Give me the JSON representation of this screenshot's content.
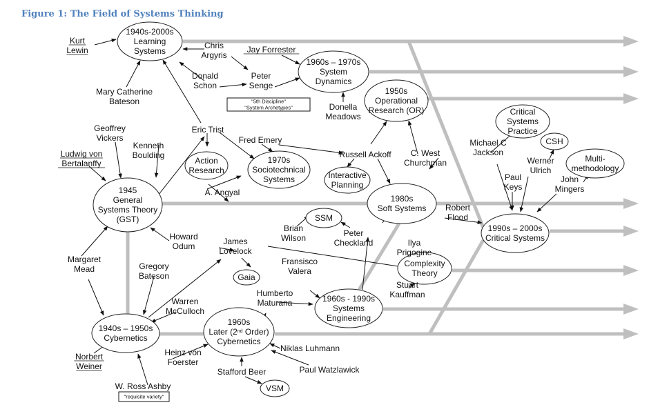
{
  "figure": {
    "title": "Figure 1: The Field of Systems Thinking",
    "title_color": "#4f81bd",
    "trunk_color": "#bfbfbf"
  },
  "nodes": [
    {
      "id": "learning",
      "lines": [
        "1940s-2000s",
        "Learning",
        "Systems"
      ]
    },
    {
      "id": "sysdyn",
      "lines": [
        "1960s – 1970s",
        "System",
        "Dynamics"
      ]
    },
    {
      "id": "or",
      "lines": [
        "1950s",
        "Operational",
        "Research (OR)"
      ]
    },
    {
      "id": "csp",
      "lines": [
        "Critical",
        "Systems",
        "Practice"
      ]
    },
    {
      "id": "csh",
      "lines": [
        "CSH"
      ]
    },
    {
      "id": "multi",
      "lines": [
        "Multi-",
        "methodology"
      ]
    },
    {
      "id": "action",
      "lines": [
        "Action",
        "Research"
      ]
    },
    {
      "id": "socio",
      "lines": [
        "1970s",
        "Sociotechnical",
        "Systems"
      ]
    },
    {
      "id": "interactive",
      "lines": [
        "Interactive",
        "Planning"
      ]
    },
    {
      "id": "gst",
      "lines": [
        "1945",
        "General",
        "Systems Theory",
        "(GST)"
      ]
    },
    {
      "id": "soft",
      "lines": [
        "1980s",
        "Soft Systems"
      ]
    },
    {
      "id": "critical",
      "lines": [
        "1990s – 2000s",
        "Critical Systems"
      ]
    },
    {
      "id": "ssm",
      "lines": [
        "SSM"
      ]
    },
    {
      "id": "gaia",
      "lines": [
        "Gaia"
      ]
    },
    {
      "id": "complexity",
      "lines": [
        "Complexity",
        "Theory"
      ]
    },
    {
      "id": "syseng",
      "lines": [
        "1960s - 1990s",
        "Systems",
        "Engineering"
      ]
    },
    {
      "id": "cyber",
      "lines": [
        "1940s – 1950s",
        "Cybernetics"
      ]
    },
    {
      "id": "later",
      "lines": [
        "1960s",
        "Later (2nd Order)",
        "Cybernetics"
      ]
    },
    {
      "id": "vsm",
      "lines": [
        "VSM"
      ]
    }
  ],
  "people": [
    {
      "id": "lewin",
      "lines": [
        "Kurt",
        "Lewin"
      ],
      "underlined": true
    },
    {
      "id": "argyris",
      "lines": [
        "Chris",
        "Argyris"
      ]
    },
    {
      "id": "forrester",
      "lines": [
        "Jay Forrester"
      ],
      "underlined": true
    },
    {
      "id": "schon",
      "lines": [
        "Donald",
        "Schon"
      ]
    },
    {
      "id": "senge",
      "lines": [
        "Peter",
        "Senge"
      ]
    },
    {
      "id": "mcbateson",
      "lines": [
        "Mary Catherine",
        "Bateson"
      ]
    },
    {
      "id": "meadows",
      "lines": [
        "Donella",
        "Meadows"
      ]
    },
    {
      "id": "trist",
      "lines": [
        "Eric Trist"
      ]
    },
    {
      "id": "vickers",
      "lines": [
        "Geoffrey",
        "Vickers"
      ]
    },
    {
      "id": "boulding",
      "lines": [
        "Kenneth",
        "Boulding"
      ]
    },
    {
      "id": "bertalanffy",
      "lines": [
        "Ludwig von",
        "Bertalanffy"
      ],
      "underlined": true
    },
    {
      "id": "emery",
      "lines": [
        "Fred Emery"
      ]
    },
    {
      "id": "ackoff",
      "lines": [
        "Russell Ackoff"
      ]
    },
    {
      "id": "churchman",
      "lines": [
        "C. West",
        "Churchman"
      ]
    },
    {
      "id": "jackson",
      "lines": [
        "Michael C",
        "Jackson"
      ]
    },
    {
      "id": "ulrich",
      "lines": [
        "Werner",
        "Ulrich"
      ]
    },
    {
      "id": "keys",
      "lines": [
        "Paul",
        "Keys"
      ]
    },
    {
      "id": "mingers",
      "lines": [
        "John",
        "Mingers"
      ]
    },
    {
      "id": "angyal",
      "lines": [
        "A. Angyal"
      ]
    },
    {
      "id": "flood",
      "lines": [
        "Robert",
        "Flood"
      ]
    },
    {
      "id": "wilson",
      "lines": [
        "Brian",
        "Wilson"
      ]
    },
    {
      "id": "checkland",
      "lines": [
        "Peter",
        "Checkland"
      ]
    },
    {
      "id": "prigogine",
      "lines": [
        "Ilya",
        "Prigogine"
      ]
    },
    {
      "id": "odum",
      "lines": [
        "Howard",
        "Odum"
      ]
    },
    {
      "id": "lovelock",
      "lines": [
        "James",
        "Lovelock"
      ]
    },
    {
      "id": "mead",
      "lines": [
        "Margaret",
        "Mead"
      ]
    },
    {
      "id": "gbateson",
      "lines": [
        "Gregory",
        "Bateson"
      ]
    },
    {
      "id": "valera",
      "lines": [
        "Fransisco",
        "Valera"
      ]
    },
    {
      "id": "kauffman",
      "lines": [
        "Stuart",
        "Kauffman"
      ]
    },
    {
      "id": "maturana",
      "lines": [
        "Humberto",
        "Maturana"
      ]
    },
    {
      "id": "mcculloch",
      "lines": [
        "Warren",
        "McCulloch"
      ]
    },
    {
      "id": "foerster",
      "lines": [
        "Heinz von",
        "Foerster"
      ]
    },
    {
      "id": "luhmann",
      "lines": [
        "Niklas Luhmann"
      ]
    },
    {
      "id": "weiner",
      "lines": [
        "Norbert",
        "Weiner"
      ],
      "underlined": true
    },
    {
      "id": "beer",
      "lines": [
        "Stafford Beer"
      ]
    },
    {
      "id": "watzlawick",
      "lines": [
        "Paul Watzlawick"
      ]
    },
    {
      "id": "ashby",
      "lines": [
        "W. Ross Ashby"
      ]
    }
  ],
  "notes": [
    {
      "id": "senge-note",
      "lines": [
        "\"5th Discipline\"",
        "\"System Archetypes\""
      ]
    },
    {
      "id": "ashby-note",
      "lines": [
        "\"requisite variety\""
      ]
    }
  ]
}
